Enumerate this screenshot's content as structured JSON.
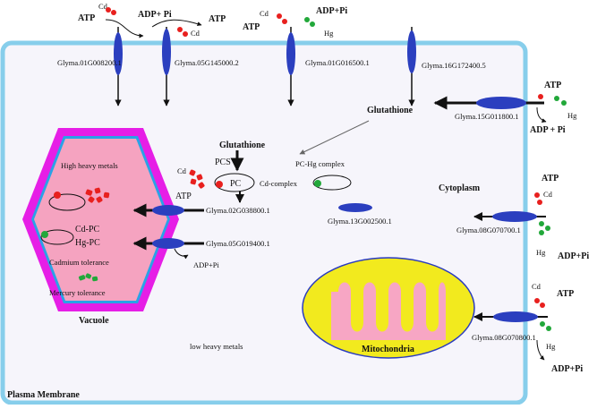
{
  "labels": {
    "plasma_membrane": "Plasma Membrane",
    "cytoplasm": "Cytoplasm",
    "vacuole": "Vacuole",
    "mitochondria": "Mitochondria",
    "low_heavy_metals": "low heavy metals",
    "high_heavy_metals": "High heavy metals",
    "cd_pc": "Cd-PC",
    "hg_pc": "Hg-PC",
    "cadmium_tolerance": "Cadmium tolerance",
    "mercury_tolerance": "Mercury tolerance",
    "glutathione_top": "Glutathione",
    "glutathione_mid": "Glutathione",
    "pcs": "PCS",
    "pc": "PC",
    "cd_complex": "Cd-complex",
    "pc_hg_complex": "PC-Hg complex"
  },
  "genes": {
    "g1": "Glyma.01G008200.1",
    "g2": "Glyma.05G145000.2",
    "g3": "Glyma.01G016500.1",
    "g4": "Glyma.16G172400.5",
    "g5": "Glyma.15G011800.1",
    "g6": "Glyma.02G038800.1",
    "g7": "Glyma.05G019400.1",
    "g8": "Glyma.13G002500.1",
    "g9": "Glyma.08G070700.1",
    "g10": "Glyma.08G070800.1"
  },
  "chem": {
    "atp": "ATP",
    "adp_pi": "ADP+ Pi",
    "adp_pi2": "ADP+Pi",
    "adp_pi3": "ADP + Pi",
    "cd": "Cd",
    "hg": "Hg"
  },
  "colors": {
    "cell_border": "#87ceeb",
    "cell_fill": "#f6f5fb",
    "transporter": "#2b3fbf",
    "cd_metal": "#e8201e",
    "hg_metal": "#22a83a",
    "vacuole_outer": "#e61ee6",
    "vacuole_fill": "#f5a3c0",
    "mito_fill": "#f2ea1e",
    "mito_inner": "#f7a6c4"
  }
}
